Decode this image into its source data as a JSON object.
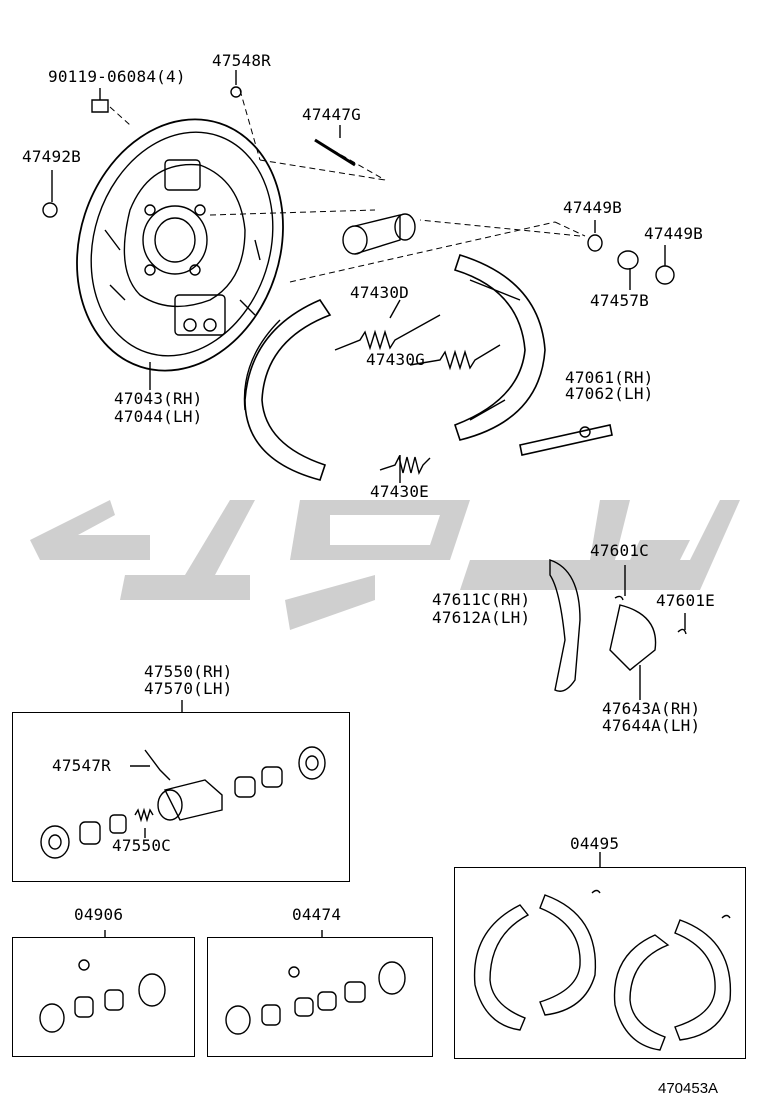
{
  "diagram": {
    "figure_id": "470453A",
    "callouts": {
      "bolt": "90119-06084(4)",
      "bleeder_cap": "47548R",
      "pin": "47447G",
      "plug": "47492B",
      "backing_plate_rh": "47043(RH)",
      "backing_plate_lh": "47044(LH)",
      "spring_d": "47430D",
      "spring_g": "47430G",
      "spring_e": "47430E",
      "washer_b": "47449B",
      "washer_b2": "47449B",
      "spring_457": "47457B",
      "adjuster_rh": "47061(RH)",
      "adjuster_lh": "47062(LH)",
      "clip_c": "47601C",
      "clip_e": "47601E",
      "lever_rh": "47611C(RH)",
      "lever_lh": "47612A(LH)",
      "lever2_rh": "47643A(RH)",
      "lever2_lh": "47644A(LH)",
      "cyl_assy_rh": "47550(RH)",
      "cyl_assy_lh": "47570(LH)",
      "bleeder": "47547R",
      "cyl_spring": "47550C",
      "kit_a": "04906",
      "kit_b": "04474",
      "shoe_kit": "04495"
    }
  }
}
